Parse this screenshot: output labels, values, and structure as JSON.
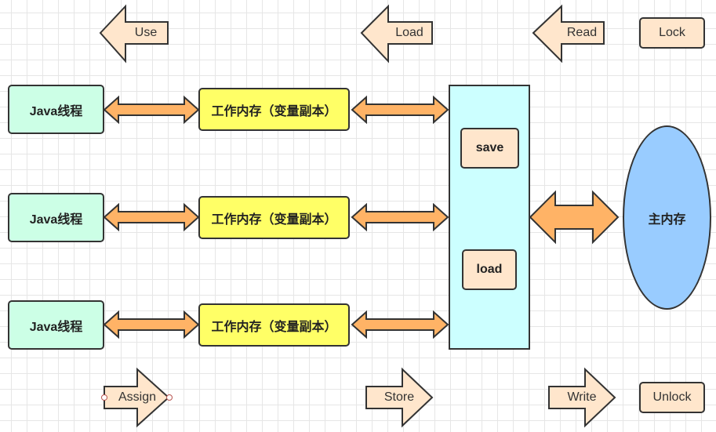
{
  "diagram": {
    "top_ops": {
      "use": "Use",
      "load": "Load",
      "read": "Read",
      "lock": "Lock"
    },
    "bottom_ops": {
      "assign": "Assign",
      "store": "Store",
      "write": "Write",
      "unlock": "Unlock"
    },
    "threads": [
      "Java线程",
      "Java线程",
      "Java线程"
    ],
    "working_memory": [
      "工作内存（变量副本）",
      "工作内存（变量副本）",
      "工作内存（变量副本）"
    ],
    "bus_ops": {
      "save": "save",
      "load": "load"
    },
    "main_memory": "主内存",
    "colors": {
      "thread_fill": "#ccffe6",
      "working_memory_fill": "#ffff66",
      "bus_fill": "#ccffff",
      "arrow_fill": "#ffb366",
      "op_fill": "#ffe6cc",
      "main_memory_fill": "#99ccff"
    }
  }
}
